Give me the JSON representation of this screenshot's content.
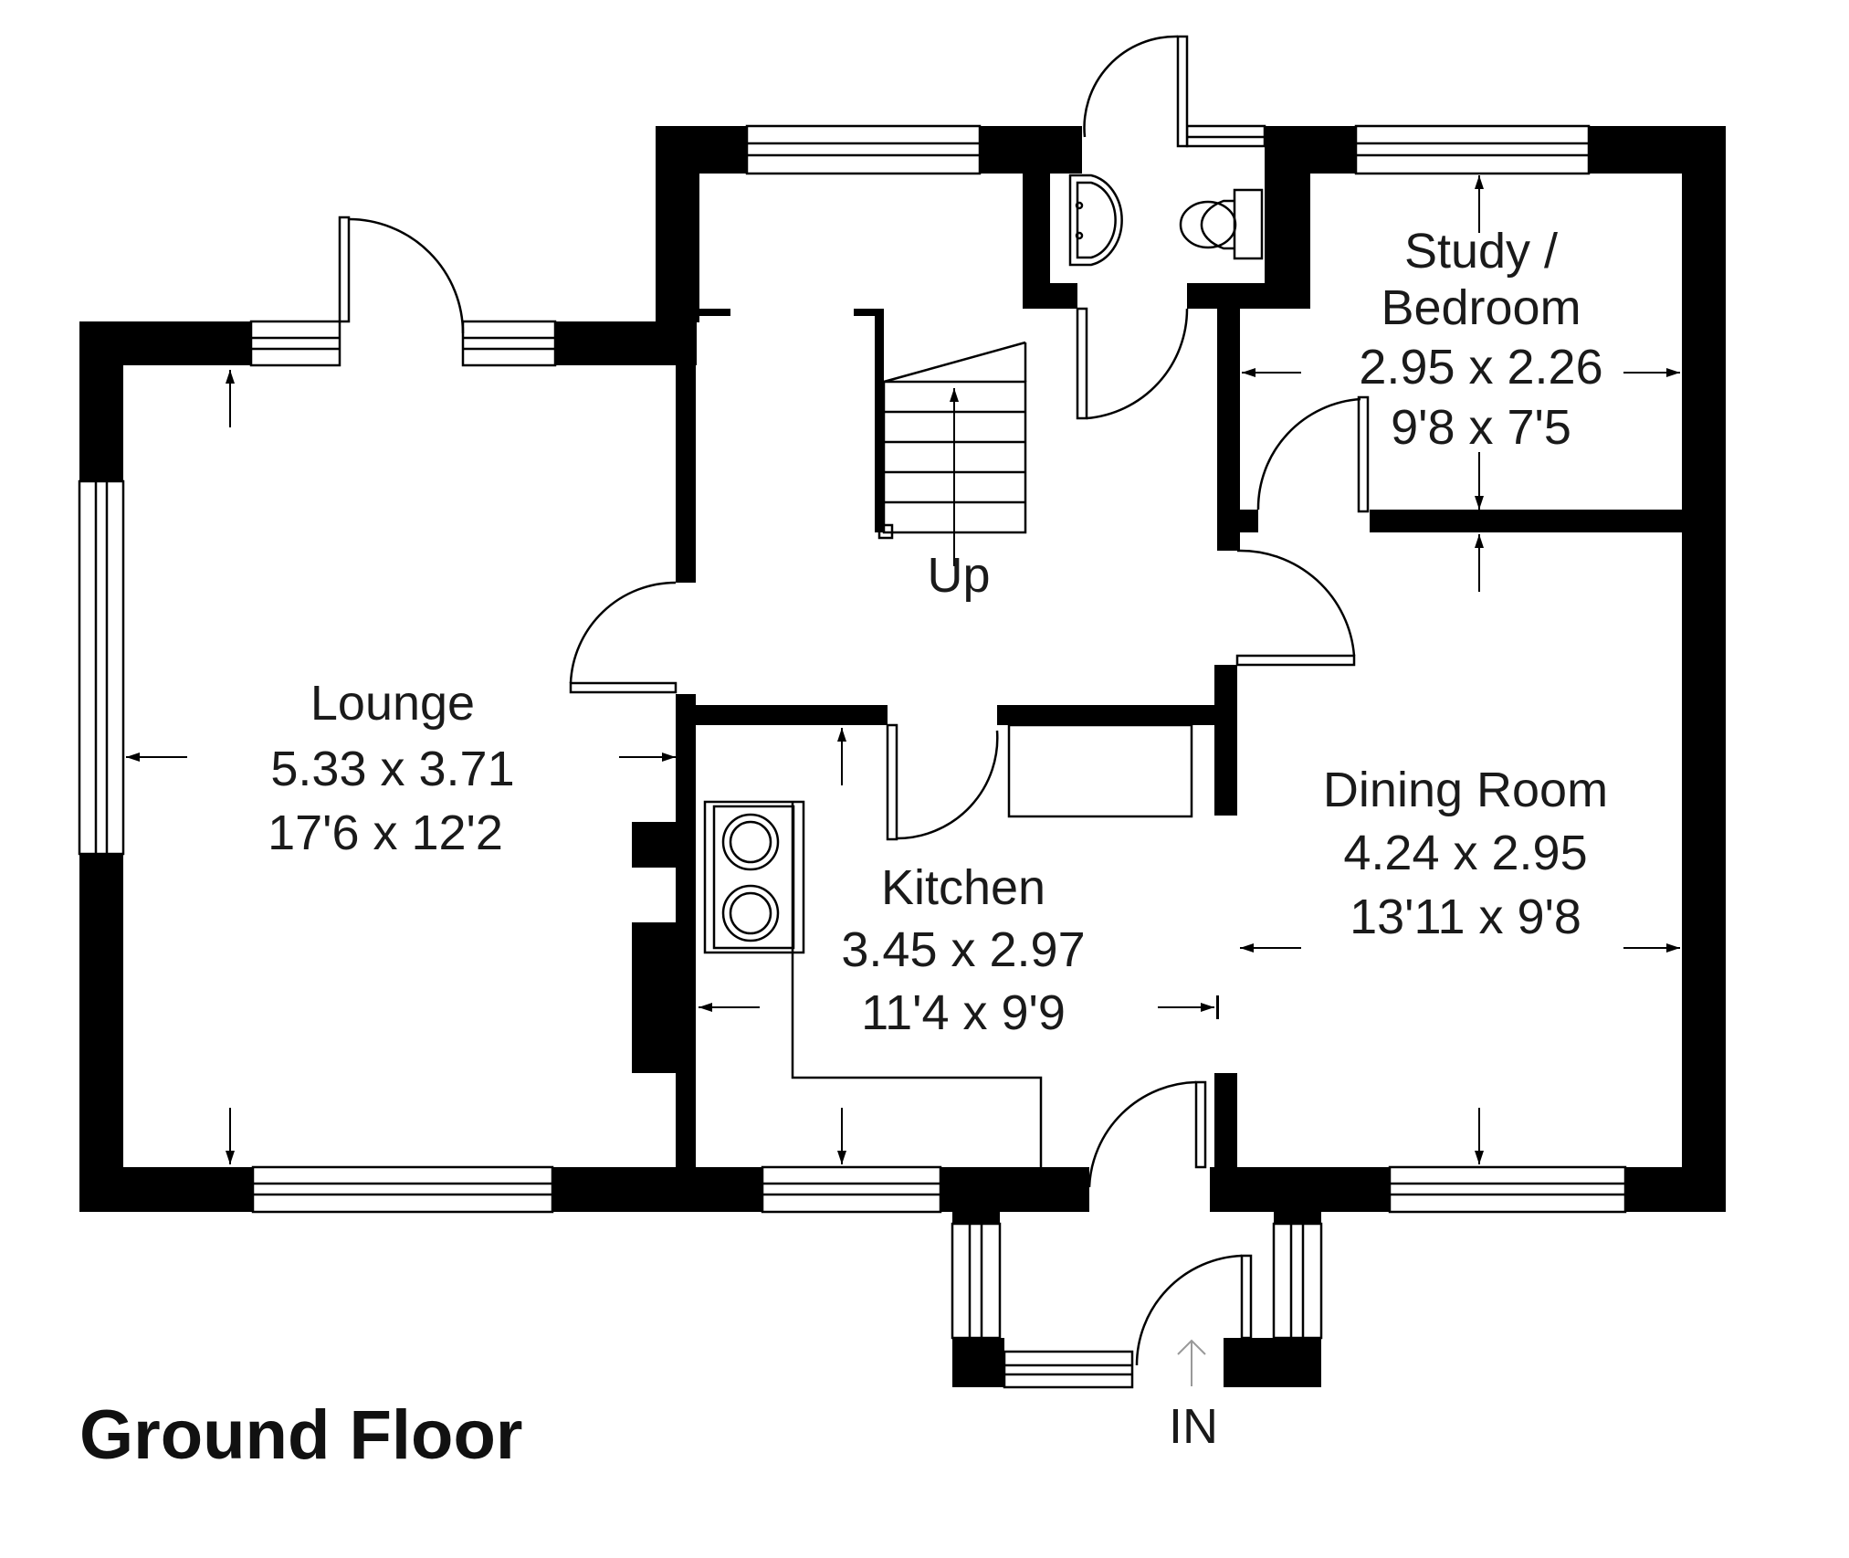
{
  "floor_title": "Ground Floor",
  "labels": {
    "stairs": "Up",
    "entrance": "IN"
  },
  "rooms": {
    "lounge": {
      "name": "Lounge",
      "metric": "5.33 x 3.71",
      "imperial": "17'6 x 12'2"
    },
    "study": {
      "name_line1": "Study /",
      "name_line2": "Bedroom",
      "metric": "2.95 x 2.26",
      "imperial": "9'8 x 7'5"
    },
    "kitchen": {
      "name": "Kitchen",
      "metric": "3.45 x 2.97",
      "imperial": "11'4 x 9'9"
    },
    "dining": {
      "name": "Dining Room",
      "metric": "4.24 x 2.95",
      "imperial": "13'11 x 9'8"
    }
  }
}
